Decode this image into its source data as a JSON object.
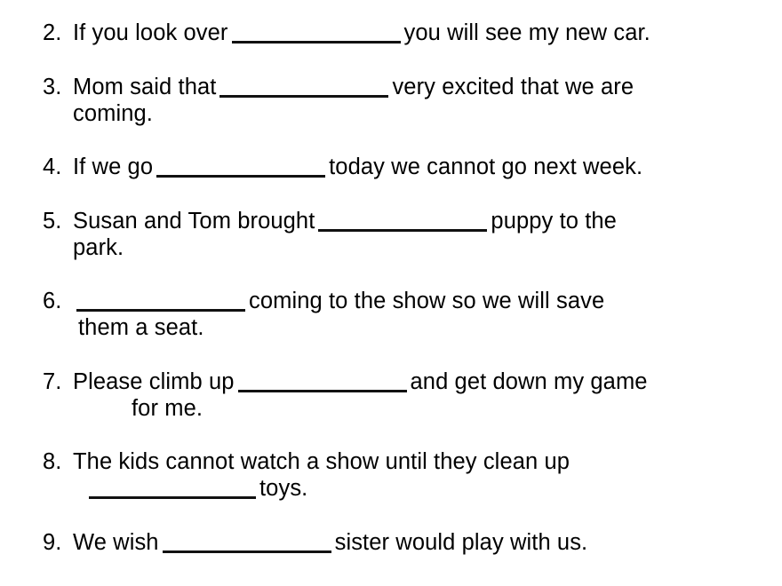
{
  "document": {
    "type": "fill-in-the-blank-worksheet",
    "background_color": "#ffffff",
    "text_color": "#000000",
    "blank_rule_color": "#111111"
  },
  "questions": [
    {
      "number": "2.",
      "lines": [
        {
          "segments": [
            "If you look over ",
            "__BLANK__",
            " you will see my new car."
          ]
        }
      ]
    },
    {
      "number": "3.",
      "lines": [
        {
          "segments": [
            "Mom said that ",
            "__BLANK__",
            " very excited that we are"
          ]
        },
        {
          "segments": [
            "coming."
          ],
          "indent": "a"
        }
      ]
    },
    {
      "number": "4.",
      "lines": [
        {
          "segments": [
            "If we go ",
            "__BLANK__",
            " today we cannot go next week."
          ]
        }
      ]
    },
    {
      "number": "5.",
      "lines": [
        {
          "segments": [
            "Susan and Tom brought ",
            "__BLANK__",
            " puppy to the"
          ]
        },
        {
          "segments": [
            "park."
          ],
          "indent": "a"
        }
      ]
    },
    {
      "number": "6.",
      "lines": [
        {
          "segments": [
            " ",
            "__BLANK__",
            " coming to the show so we will save"
          ]
        },
        {
          "segments": [
            "them a seat."
          ],
          "indent": "b"
        }
      ]
    },
    {
      "number": "7.",
      "lines": [
        {
          "segments": [
            "Please climb up ",
            "__BLANK__",
            " and get down my game"
          ]
        },
        {
          "segments": [
            "for me."
          ],
          "indent": "c"
        }
      ]
    },
    {
      "number": "8.",
      "lines": [
        {
          "segments": [
            "The kids cannot watch a show until they clean up"
          ]
        },
        {
          "segments": [
            "",
            "__BLANK__",
            " toys."
          ],
          "indent": "d"
        }
      ]
    },
    {
      "number": "9.",
      "lines": [
        {
          "segments": [
            "We wish ",
            "__BLANK__",
            " sister would play with us."
          ]
        }
      ]
    }
  ],
  "q2": {
    "number": "2.",
    "part1": "If you look over",
    "part2": "you will see my new car."
  },
  "q3": {
    "number": "3.",
    "part1": "Mom said that",
    "part2": "very excited that we are",
    "cont": "coming."
  },
  "q4": {
    "number": "4.",
    "part1": "If we go",
    "part2": "today we cannot go next week."
  },
  "q5": {
    "number": "5.",
    "part1": "Susan and Tom brought",
    "part2": "puppy to the",
    "cont": "park."
  },
  "q6": {
    "number": "6.",
    "part1": "",
    "part2": "coming to the show so we will save",
    "cont": "them a seat."
  },
  "q7": {
    "number": "7.",
    "part1": "Please climb up",
    "part2": "and get down my game",
    "cont": "for me."
  },
  "q8": {
    "number": "8.",
    "part1": "The kids cannot watch a show until they clean up",
    "cont_after_blank": "toys."
  },
  "q9": {
    "number": "9.",
    "part1": "We wish",
    "part2": "sister would play with us."
  }
}
